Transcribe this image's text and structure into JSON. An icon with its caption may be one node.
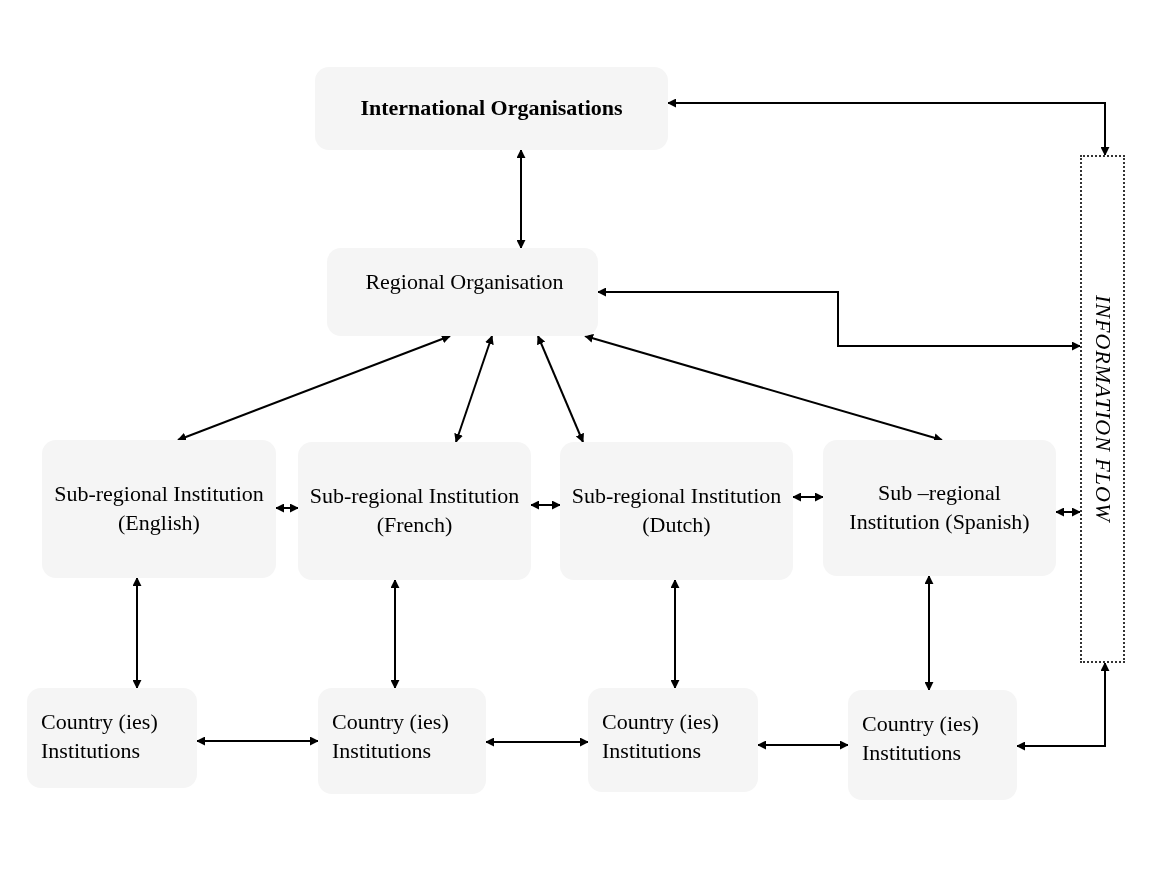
{
  "diagram": {
    "nodes": [
      {
        "text": [
          "International Organisations"
        ]
      },
      {
        "text": [
          "Regional Organisation"
        ]
      },
      {
        "text": [
          "Sub-regional Institution (English)"
        ]
      },
      {
        "text": [
          "Sub-regional Institution (French)"
        ]
      },
      {
        "text": [
          "Sub-regional Institution (Dutch)"
        ]
      },
      {
        "text": [
          "Sub –regional Institution (Spanish)"
        ]
      },
      {
        "text": [
          "Country (ies) Institutions"
        ]
      },
      {
        "text": [
          "Country (ies) Institutions"
        ]
      },
      {
        "text": [
          "Country (ies) Institutions"
        ]
      },
      {
        "text": [
          "Country (ies) Institutions"
        ]
      },
      {
        "text": [
          "INFORMATION FLOW"
        ]
      }
    ],
    "edges": [
      {
        "from": 0,
        "to": 10,
        "arrow": "both"
      },
      {
        "from": 0,
        "to": 1,
        "arrow": "both"
      },
      {
        "from": 1,
        "to": 10,
        "arrow": "both"
      },
      {
        "from": 1,
        "to": 2,
        "arrow": "both"
      },
      {
        "from": 1,
        "to": 3,
        "arrow": "both"
      },
      {
        "from": 1,
        "to": 4,
        "arrow": "both"
      },
      {
        "from": 1,
        "to": 5,
        "arrow": "both"
      },
      {
        "from": 2,
        "to": 3,
        "arrow": "both"
      },
      {
        "from": 3,
        "to": 4,
        "arrow": "both"
      },
      {
        "from": 4,
        "to": 5,
        "arrow": "both"
      },
      {
        "from": 5,
        "to": 10,
        "arrow": "both"
      },
      {
        "from": 2,
        "to": 6,
        "arrow": "both"
      },
      {
        "from": 3,
        "to": 7,
        "arrow": "both"
      },
      {
        "from": 4,
        "to": 8,
        "arrow": "both"
      },
      {
        "from": 5,
        "to": 9,
        "arrow": "both"
      },
      {
        "from": 6,
        "to": 7,
        "arrow": "both"
      },
      {
        "from": 7,
        "to": 8,
        "arrow": "both"
      },
      {
        "from": 8,
        "to": 9,
        "arrow": "both"
      },
      {
        "from": 9,
        "to": 10,
        "arrow": "both"
      }
    ]
  }
}
